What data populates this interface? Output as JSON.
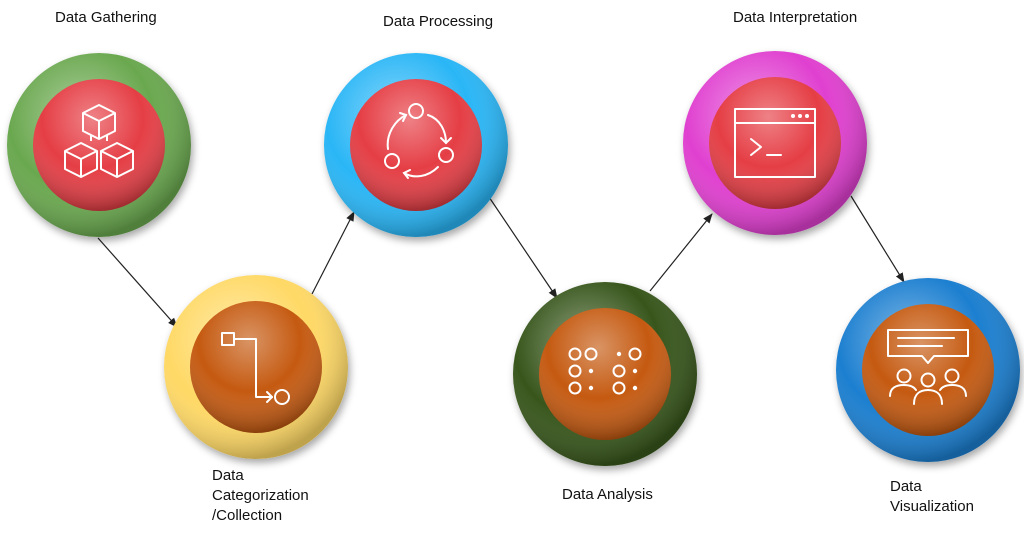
{
  "diagram": {
    "stages": [
      {
        "id": "gathering",
        "label_lines": [
          "Data Gathering"
        ],
        "outer_color": "#6aa84f",
        "inner_color": "#e53e45",
        "icon": "cubes-icon"
      },
      {
        "id": "categorization",
        "label_lines": [
          "Data",
          "Categorization",
          "/Collection"
        ],
        "outer_color": "#ffd966",
        "inner_color": "#c55a11",
        "icon": "flow-path-icon"
      },
      {
        "id": "processing",
        "label_lines": [
          "Data Processing"
        ],
        "outer_color": "#29b6f6",
        "inner_color": "#e53e45",
        "icon": "cycle-icon"
      },
      {
        "id": "analysis",
        "label_lines": [
          "Data Analysis"
        ],
        "outer_color": "#38571a",
        "inner_color": "#c55a11",
        "icon": "dots-grid-icon"
      },
      {
        "id": "interpretation",
        "label_lines": [
          "Data Interpretation"
        ],
        "outer_color": "#e040d0",
        "inner_color": "#e53e45",
        "icon": "terminal-window-icon"
      },
      {
        "id": "visualization",
        "label_lines": [
          "Data",
          "Visualization"
        ],
        "outer_color": "#1e7fd0",
        "inner_color": "#c55a11",
        "icon": "presentation-audience-icon"
      }
    ],
    "arrow_color": "#222222"
  }
}
